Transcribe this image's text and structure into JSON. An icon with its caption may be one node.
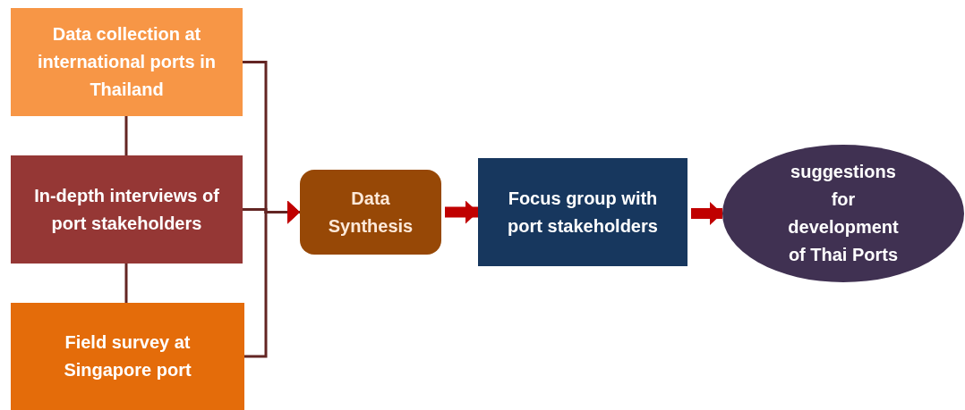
{
  "diagram": {
    "nodes": [
      {
        "text": [
          "Data collection at international ports in Thailand"
        ]
      },
      {
        "text": [
          "In-depth interviews of port stakeholders"
        ]
      },
      {
        "text": [
          "Field survey at Singapore port"
        ]
      },
      {
        "text": [
          "Data Synthesis"
        ]
      },
      {
        "text": [
          "Focus group with port stakeholders"
        ]
      },
      {
        "text": [
          "suggestions for development of Thai Ports"
        ]
      }
    ],
    "edges": [
      {
        "from": 0,
        "to": 1,
        "arrow": "none"
      },
      {
        "from": 1,
        "to": 2,
        "arrow": "none"
      },
      {
        "from": 0,
        "to": 3,
        "arrow": "to"
      },
      {
        "from": 1,
        "to": 3,
        "arrow": "to"
      },
      {
        "from": 2,
        "to": 3,
        "arrow": "to"
      },
      {
        "from": 3,
        "to": 4,
        "arrow": "to",
        "style": "thick",
        "color": "#c00000"
      },
      {
        "from": 4,
        "to": 5,
        "arrow": "to",
        "style": "thick",
        "color": "#c00000"
      }
    ]
  }
}
